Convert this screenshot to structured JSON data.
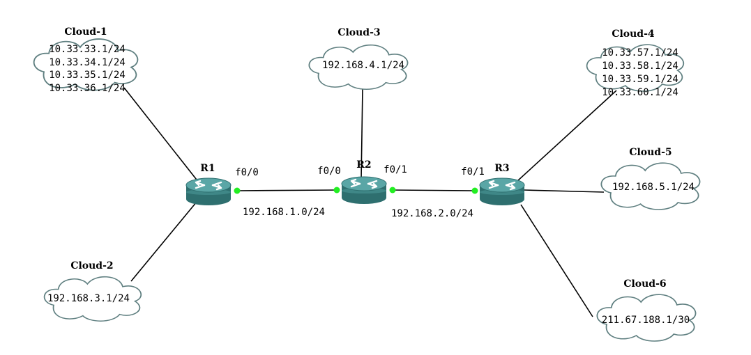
{
  "routers": {
    "r1": {
      "name": "R1"
    },
    "r2": {
      "name": "R2"
    },
    "r3": {
      "name": "R3"
    }
  },
  "clouds": {
    "cloud1": {
      "name": "Cloud-1",
      "lines": [
        "10.33.33.1/24",
        "10.33.34.1/24",
        "10.33.35.1/24",
        "10.33.36.1/24"
      ]
    },
    "cloud2": {
      "name": "Cloud-2",
      "lines": [
        "192.168.3.1/24"
      ]
    },
    "cloud3": {
      "name": "Cloud-3",
      "lines": [
        "192.168.4.1/24"
      ]
    },
    "cloud4": {
      "name": "Cloud-4",
      "lines": [
        "10.33.57.1/24",
        "10.33.58.1/24",
        "10.33.59.1/24",
        "10.33.60.1/24"
      ]
    },
    "cloud5": {
      "name": "Cloud-5",
      "lines": [
        "192.168.5.1/24"
      ]
    },
    "cloud6": {
      "name": "Cloud-6",
      "lines": [
        "211.67.188.1/30"
      ]
    }
  },
  "ports": {
    "r1_f00": "f0/0",
    "r2_f00": "f0/0",
    "r2_f01": "f0/1",
    "r3_f01": "f0/1"
  },
  "networks": {
    "r1_r2": "192.168.1.0/24",
    "r2_r3": "192.168.2.0/24"
  },
  "colors": {
    "router": "#3d8a8a",
    "cloud_outline": "#5f7f80",
    "port": "#22ee22",
    "link": "#000000"
  }
}
